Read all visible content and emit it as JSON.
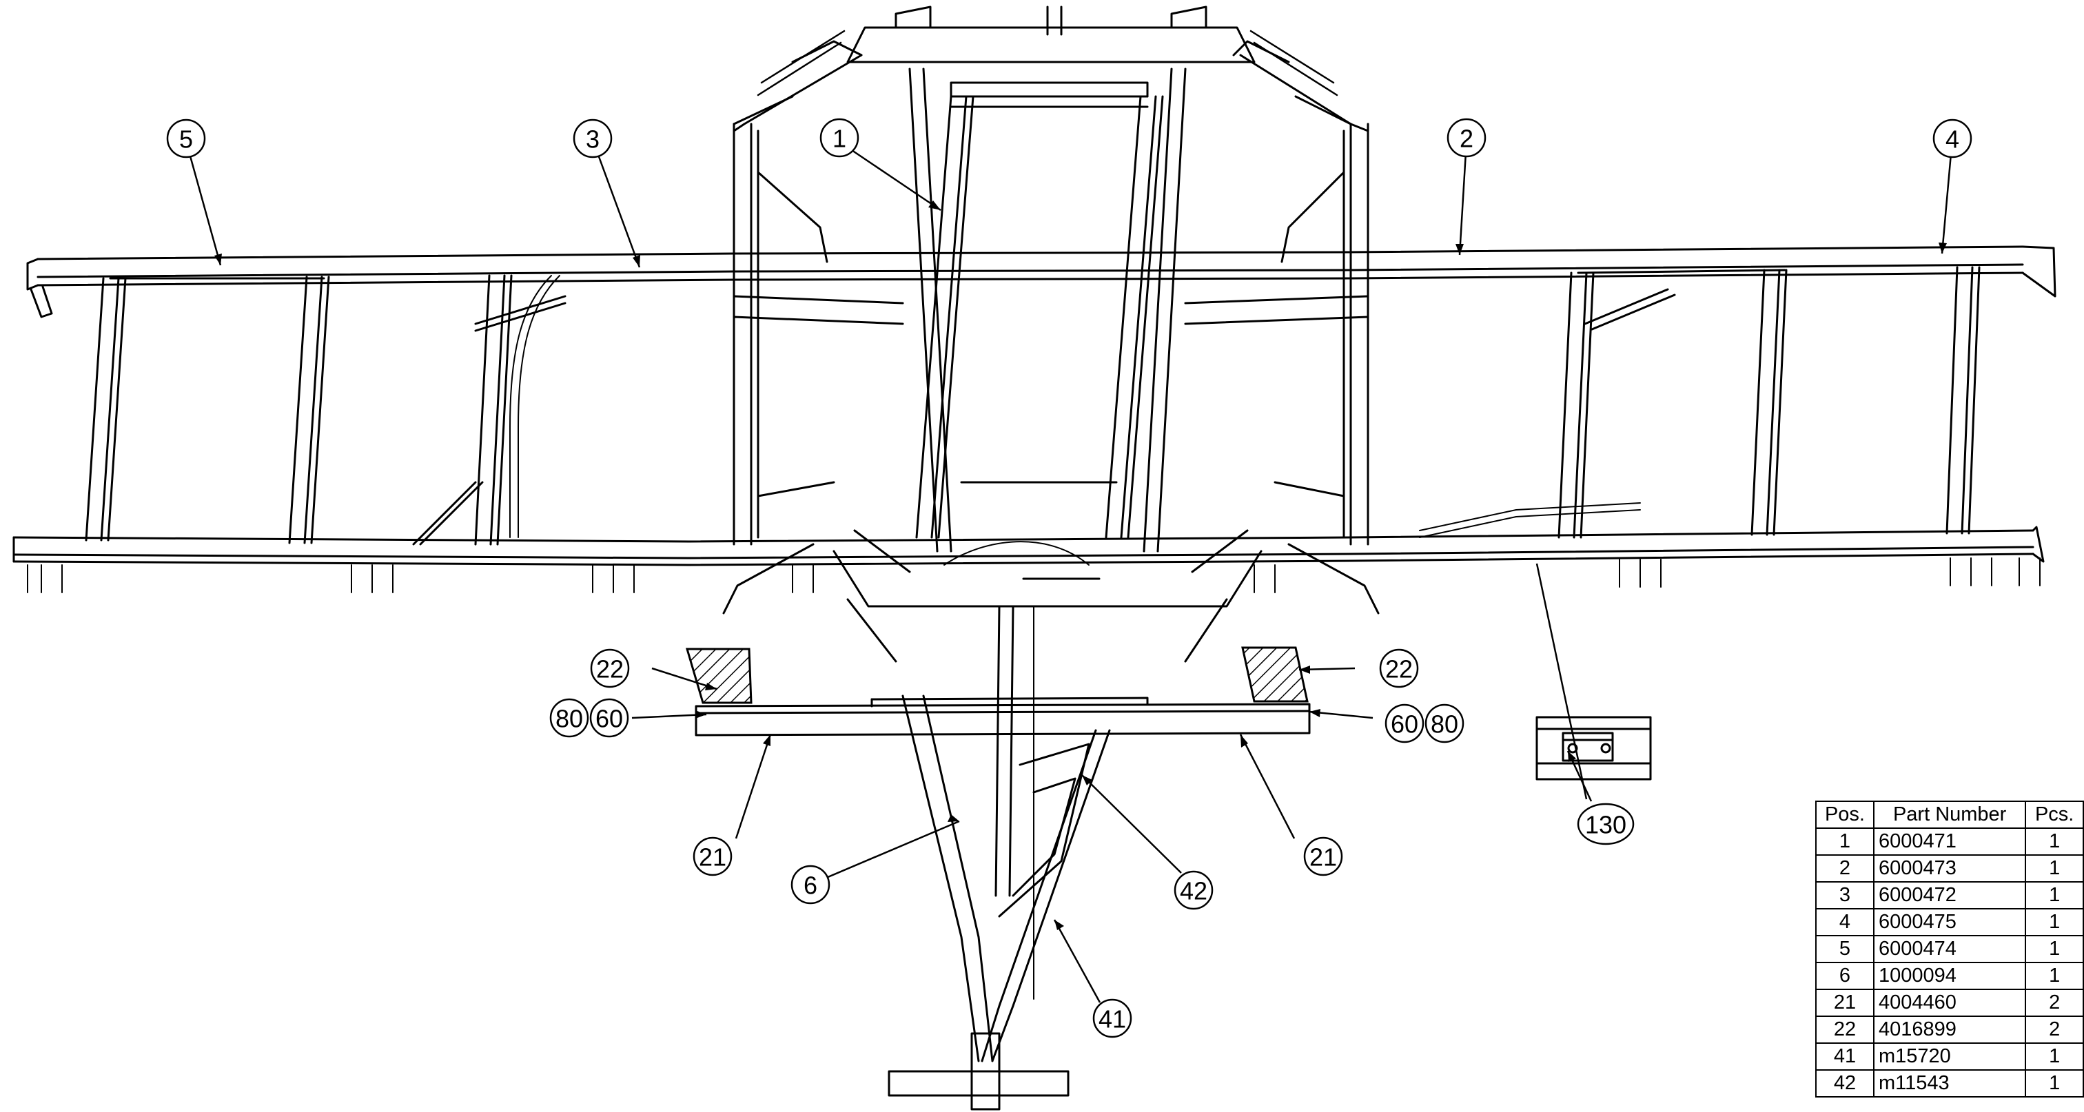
{
  "callouts": [
    "1",
    "2",
    "3",
    "4",
    "5",
    "6",
    "21",
    "21",
    "22",
    "22",
    "80",
    "60",
    "60",
    "80",
    "41",
    "42",
    "130"
  ],
  "parts_table": {
    "headers": {
      "pos": "Pos.",
      "part_number": "Part Number",
      "pcs": "Pcs."
    },
    "rows": [
      {
        "pos": "1",
        "part_number": "6000471",
        "pcs": "1"
      },
      {
        "pos": "2",
        "part_number": "6000473",
        "pcs": "1"
      },
      {
        "pos": "3",
        "part_number": "6000472",
        "pcs": "1"
      },
      {
        "pos": "4",
        "part_number": "6000475",
        "pcs": "1"
      },
      {
        "pos": "5",
        "part_number": "6000474",
        "pcs": "1"
      },
      {
        "pos": "6",
        "part_number": "1000094",
        "pcs": "1"
      },
      {
        "pos": "21",
        "part_number": "4004460",
        "pcs": "2"
      },
      {
        "pos": "22",
        "part_number": "4016899",
        "pcs": "2"
      },
      {
        "pos": "41",
        "part_number": "m15720",
        "pcs": "1"
      },
      {
        "pos": "42",
        "part_number": "m11543",
        "pcs": "1"
      }
    ]
  }
}
